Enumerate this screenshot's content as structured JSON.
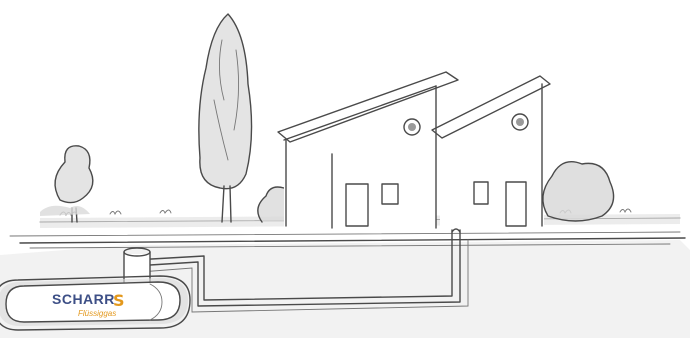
{
  "tank": {
    "brand": "SCHARR",
    "brand_mark": "S",
    "subtitle": "Flüssiggas",
    "brand_color": "#3d4f86",
    "accent_color": "#e3981c"
  },
  "style": {
    "pencil_color": "#4a4a4a",
    "shade_color": "#d9d9d9"
  }
}
